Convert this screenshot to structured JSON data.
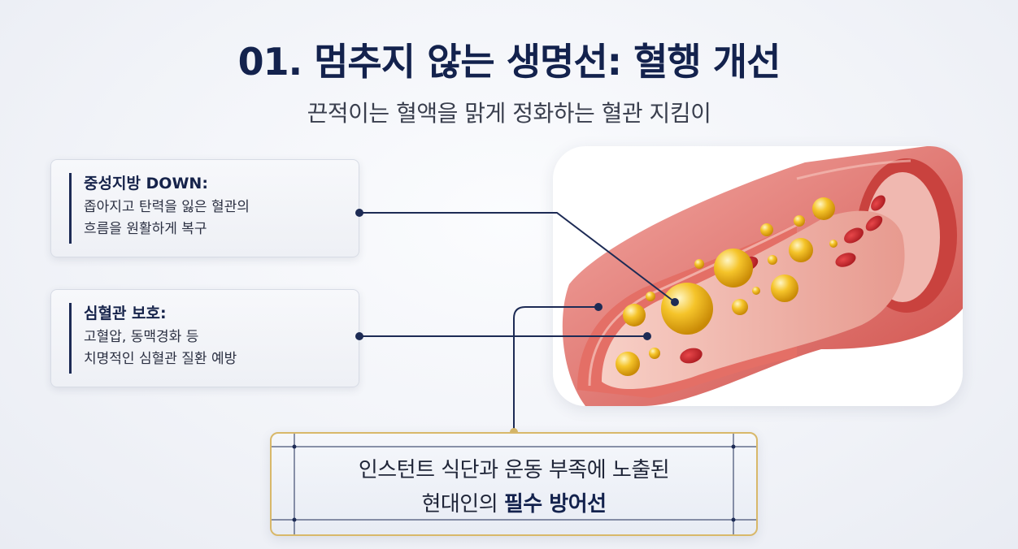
{
  "header": {
    "title": "01. 멈추지 않는 생명선: 혈행 개선",
    "subtitle": "끈적이는 혈액을 맑게 정화하는 혈관 지킴이"
  },
  "cards": [
    {
      "title": "중성지방 DOWN:",
      "lines": [
        "좁아지고 탄력을 잃은 혈관의",
        "흐름을 원활하게 복구"
      ]
    },
    {
      "title": "심혈관 보호:",
      "lines": [
        "고혈압, 동맥경화 등",
        "치명적인 심혈관 질환 예방"
      ]
    }
  ],
  "callout": {
    "line1": "인스턴트 식단과 운동 부족에 노출된",
    "line2_prefix": "현대인의 ",
    "line2_bold": "필수 방어선"
  },
  "colors": {
    "title": "#13224d",
    "accent_gold": "#d8b86a",
    "vessel_red": "#d9534f",
    "fat_gold": "#f2b51c"
  }
}
